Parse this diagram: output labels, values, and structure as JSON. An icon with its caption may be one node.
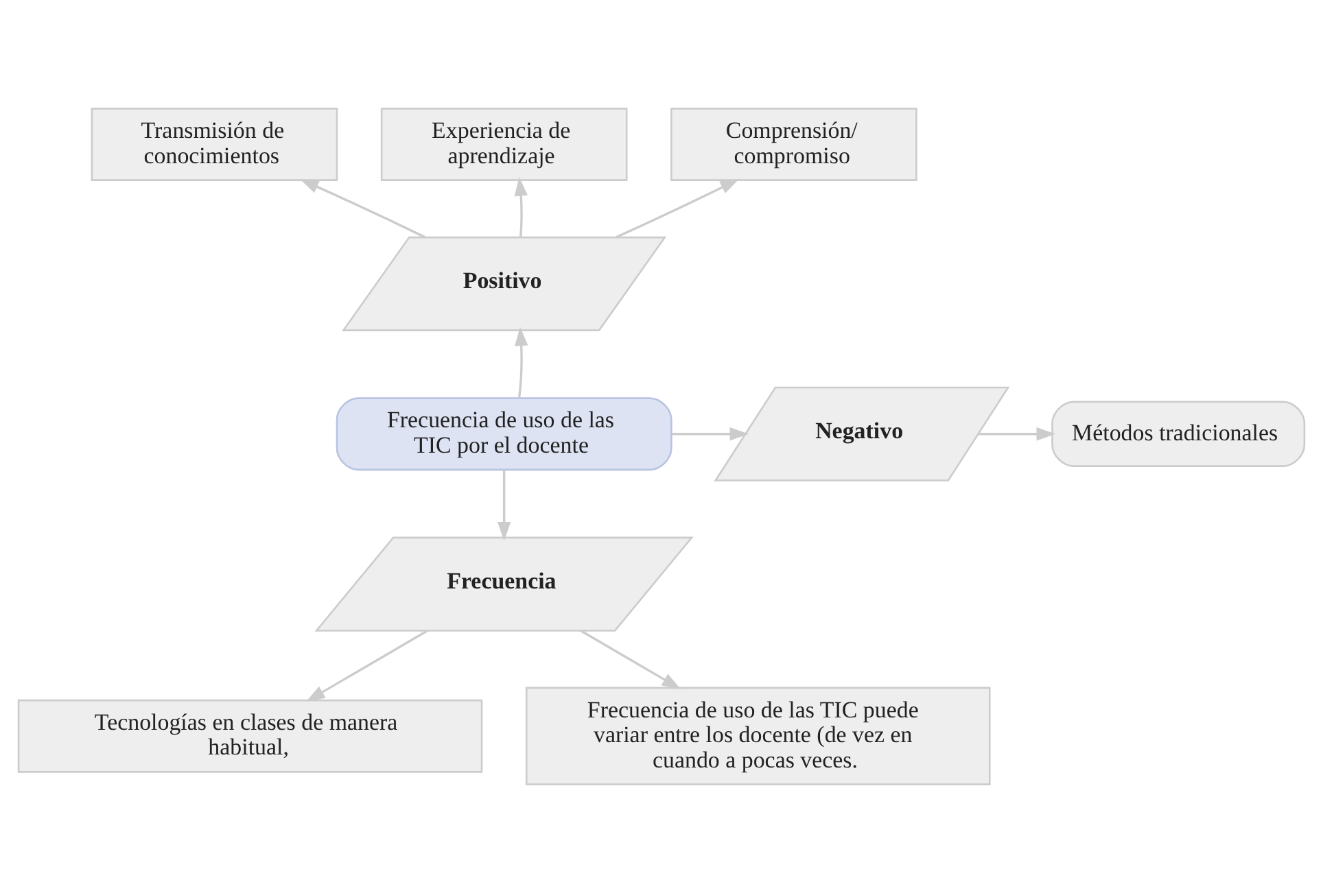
{
  "diagram": {
    "nodes": [
      {
        "text": [
          "Frecuencia de uso de las TIC por el docente"
        ]
      },
      {
        "text": [
          "Positivo"
        ]
      },
      {
        "text": [
          "Transmisión de conocimientos"
        ]
      },
      {
        "text": [
          "Experiencia de aprendizaje"
        ]
      },
      {
        "text": [
          "Comprensión/ compromiso"
        ]
      },
      {
        "text": [
          "Negativo"
        ]
      },
      {
        "text": [
          "Métodos tradicionales"
        ]
      },
      {
        "text": [
          "Frecuencia"
        ]
      },
      {
        "text": [
          "Tecnologías en clases de manera habitual,"
        ]
      },
      {
        "text": [
          "Frecuencia de uso de las TIC puede variar entre los docente (de vez en cuando a pocas veces."
        ]
      }
    ],
    "edges": [
      {
        "from": 0,
        "to": 1,
        "arrow": "to"
      },
      {
        "from": 1,
        "to": 2,
        "arrow": "to"
      },
      {
        "from": 1,
        "to": 3,
        "arrow": "to"
      },
      {
        "from": 1,
        "to": 4,
        "arrow": "to"
      },
      {
        "from": 0,
        "to": 5,
        "arrow": "to"
      },
      {
        "from": 5,
        "to": 6,
        "arrow": "to"
      },
      {
        "from": 0,
        "to": 7,
        "arrow": "to"
      },
      {
        "from": 7,
        "to": 8,
        "arrow": "to"
      },
      {
        "from": 7,
        "to": 9,
        "arrow": "to"
      }
    ]
  }
}
